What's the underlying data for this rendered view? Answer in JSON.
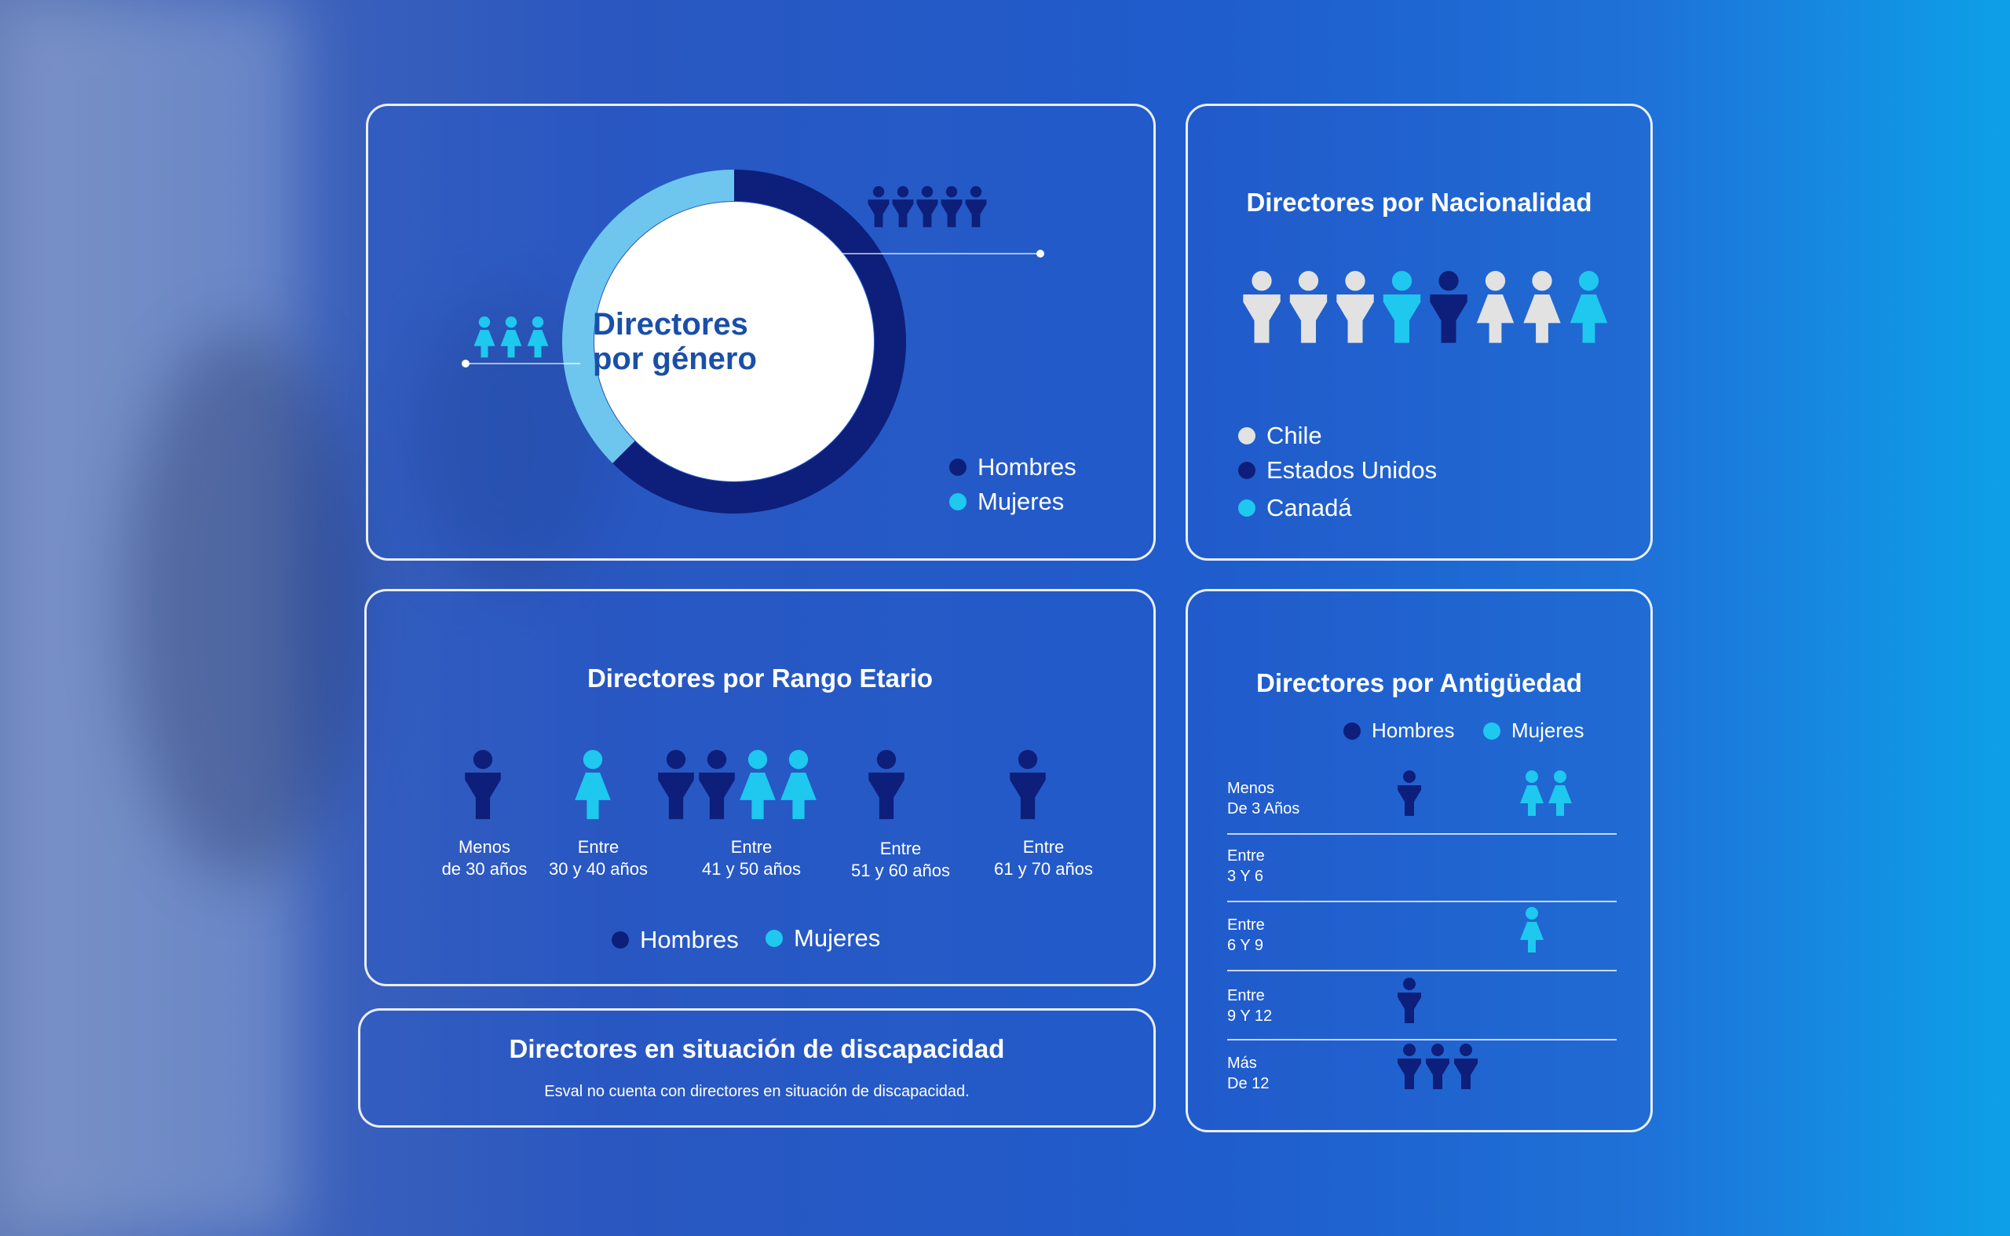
{
  "gender": {
    "title": "Directores por género",
    "title_line1": "Directores",
    "title_line2": "por género",
    "chart_data": {
      "type": "pie",
      "categories": [
        "Hombres",
        "Mujeres"
      ],
      "values": [
        5,
        3
      ],
      "title": "Directores por género"
    },
    "legend": [
      "Hombres",
      "Mujeres"
    ]
  },
  "nationality": {
    "title": "Directores por Nacionalidad",
    "legend": [
      "Chile",
      "Estados Unidos",
      "Canadá"
    ],
    "figures": [
      {
        "sex": "m",
        "group": "Chile"
      },
      {
        "sex": "m",
        "group": "Chile"
      },
      {
        "sex": "m",
        "group": "Chile"
      },
      {
        "sex": "m",
        "group": "Canadá"
      },
      {
        "sex": "m",
        "group": "Estados Unidos"
      },
      {
        "sex": "f",
        "group": "Chile"
      },
      {
        "sex": "f",
        "group": "Chile"
      },
      {
        "sex": "f",
        "group": "Canadá"
      }
    ]
  },
  "age": {
    "title": "Directores por Rango Etario",
    "groups": [
      {
        "line1": "Menos",
        "line2": "de 30 años",
        "figures": [
          "m"
        ]
      },
      {
        "line1": "Entre",
        "line2": "30 y 40 años",
        "figures": [
          "f"
        ]
      },
      {
        "line1": "Entre",
        "line2": "41 y 50 años",
        "figures": [
          "m",
          "m",
          "f",
          "f"
        ]
      },
      {
        "line1": "Entre",
        "line2": "51 y 60 años",
        "figures": [
          "m"
        ]
      },
      {
        "line1": "Entre",
        "line2": "61 y 70 años",
        "figures": [
          "m"
        ]
      }
    ],
    "legend": [
      "Hombres",
      "Mujeres"
    ]
  },
  "disability": {
    "title": "Directores en situación de discapacidad",
    "text": "Esval no cuenta con directores en situación de discapacidad."
  },
  "seniority": {
    "title": "Directores por Antigüedad",
    "legend": [
      "Hombres",
      "Mujeres"
    ],
    "rows": [
      {
        "line1": "Menos",
        "line2": "De 3 Años",
        "men": 1,
        "women": 2
      },
      {
        "line1": "Entre",
        "line2": "3 Y 6",
        "men": 0,
        "women": 0
      },
      {
        "line1": "Entre",
        "line2": "6 Y 9",
        "men": 0,
        "women": 1
      },
      {
        "line1": "Entre",
        "line2": "9 Y 12",
        "men": 1,
        "women": 0
      },
      {
        "line1": "Más",
        "line2": "De 12",
        "men": 3,
        "women": 0
      }
    ]
  },
  "colors": {
    "men": "#0d1f7a",
    "women": "#1ec8ee",
    "chile": "#e2e2e2",
    "usa": "#0d1f7a",
    "canada": "#1ec8ee",
    "women_light": "#6ec6ee"
  }
}
